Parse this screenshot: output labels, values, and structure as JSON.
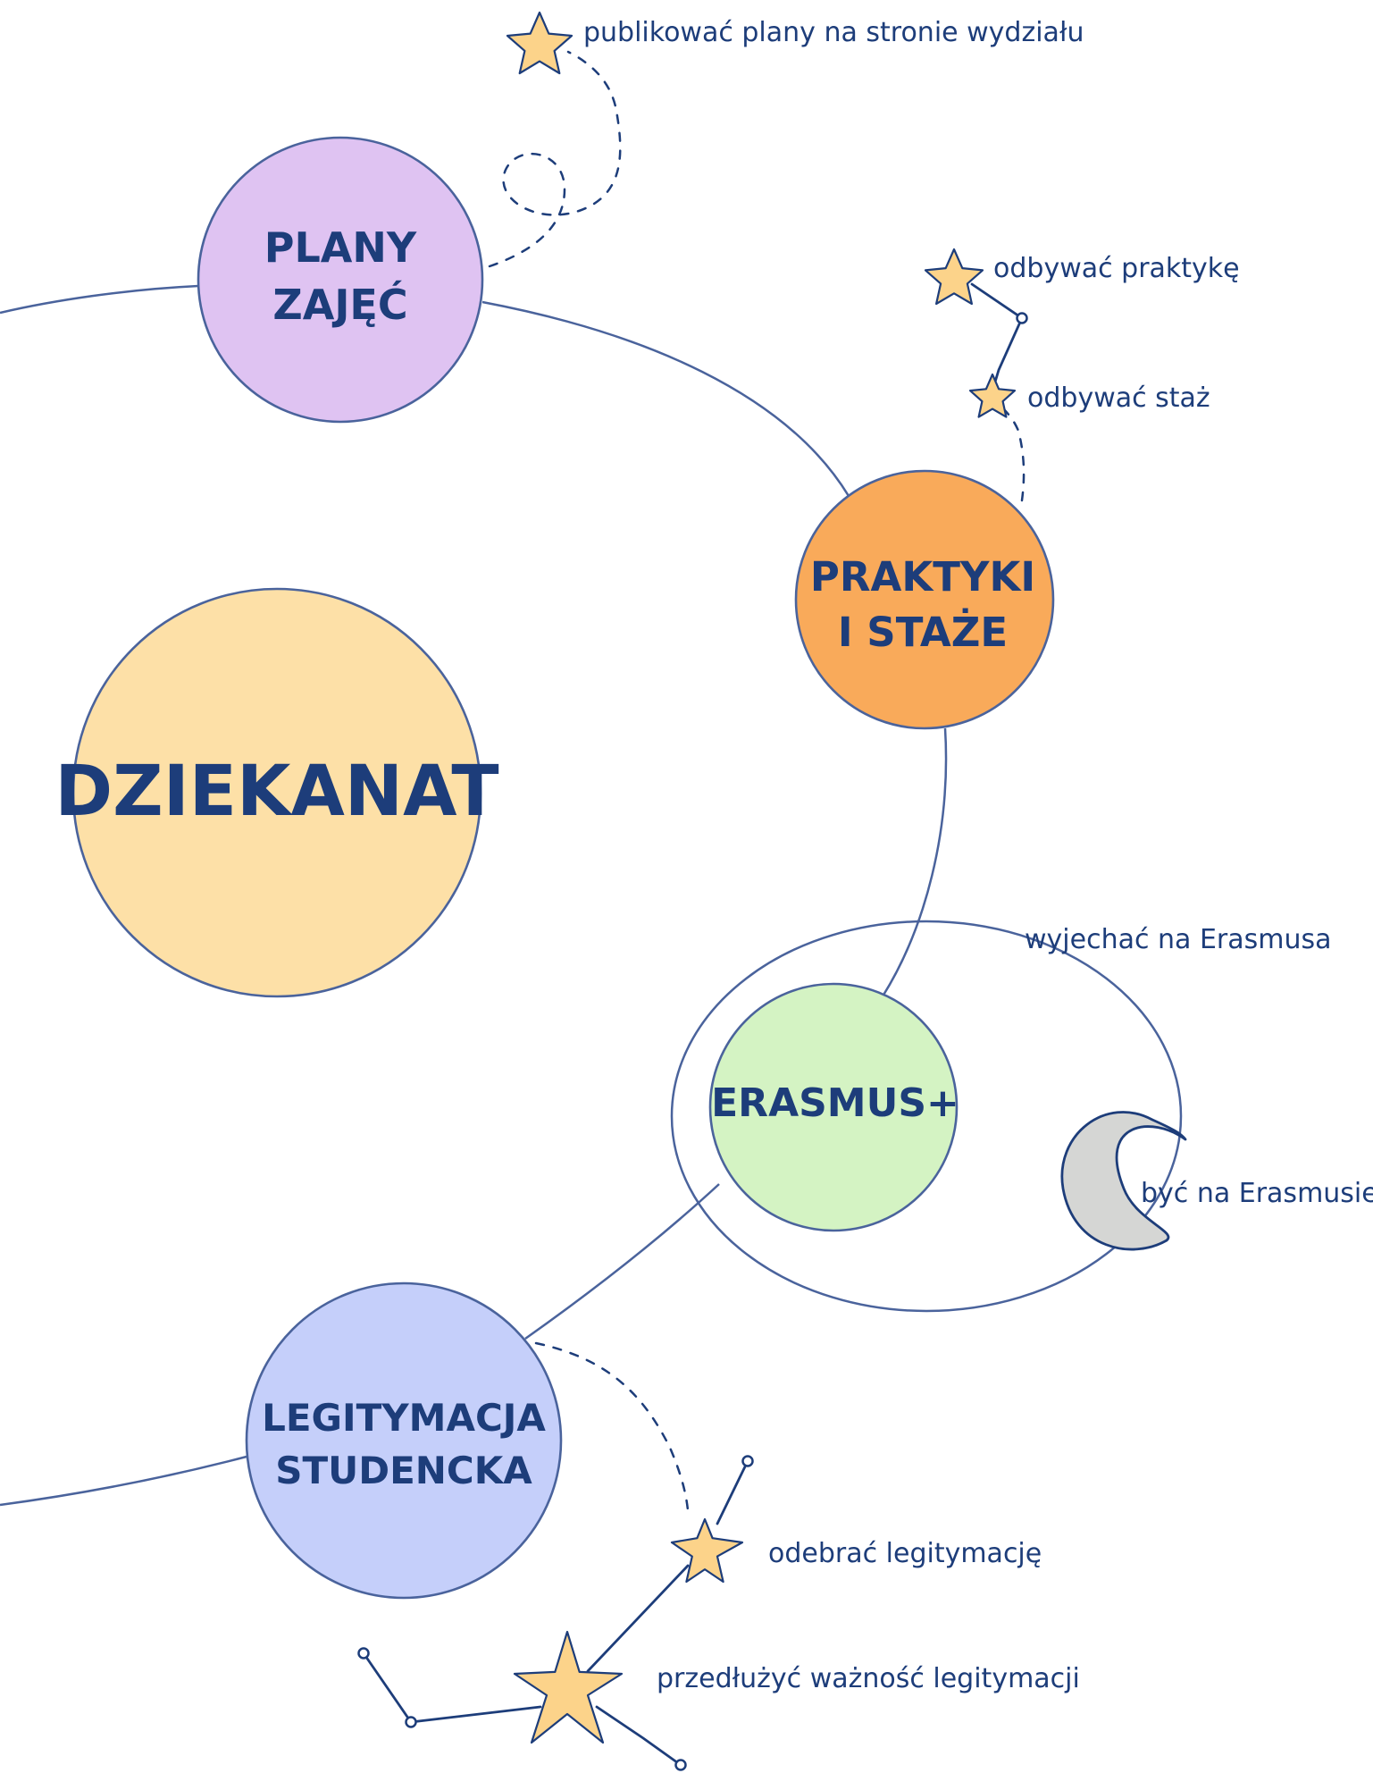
{
  "diagram": {
    "center": {
      "label": "DZIEKANAT",
      "color": "#fde0a7"
    },
    "nodes": [
      {
        "id": "plany",
        "lines": [
          "PLANY",
          "ZAJĘĆ"
        ],
        "color": "#dfc3f2"
      },
      {
        "id": "praktyki",
        "lines": [
          "PRAKTYKI",
          "I STAŻE"
        ],
        "color": "#f9aa5a"
      },
      {
        "id": "erasmus",
        "lines": [
          "ERASMUS+"
        ],
        "color": "#d4f3c3"
      },
      {
        "id": "legitymacja",
        "lines": [
          "LEGITYMACJA",
          "STUDENCKA"
        ],
        "color": "#c5cffa"
      }
    ],
    "leaves": {
      "publikowac": "publikować plany na stronie wydziału",
      "praktyka": "odbywać praktykę",
      "staz": "odbywać staż",
      "wyjechac": "wyjechać na Erasmusa",
      "byc": "być na Erasmusie",
      "odebrac": "odebrać legitymację",
      "przedluzyc": "przedłużyć ważność legitymacji"
    },
    "colors": {
      "ink": "#1d3d7a",
      "line": "#4a639c",
      "star_fill": "#fcd38a",
      "moon_fill": "#d5d6d4"
    }
  }
}
